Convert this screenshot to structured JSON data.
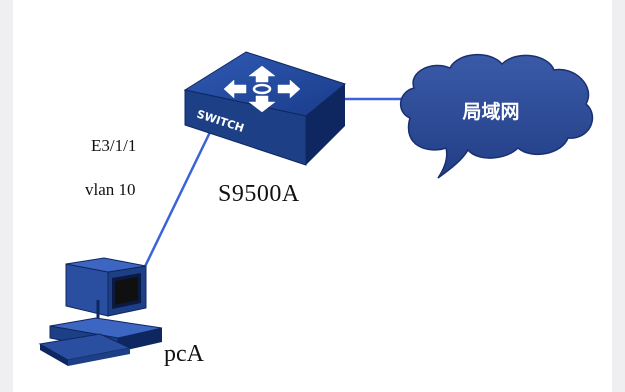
{
  "diagram": {
    "switch": {
      "name": "S9500A",
      "face_text": "SWITCH",
      "icon": "network-switch-icon"
    },
    "lan": {
      "label": "局域网",
      "icon": "cloud-icon"
    },
    "pc": {
      "name": "pcA",
      "icon": "desktop-computer-icon"
    },
    "link_pc_switch": {
      "port": "E3/1/1",
      "vlan": "vlan 10"
    },
    "colors": {
      "device_blue": "#1c3f86",
      "device_dark": "#0f2760",
      "link_blue": "#3b63d9",
      "cloud_blue": "#27448f"
    }
  }
}
